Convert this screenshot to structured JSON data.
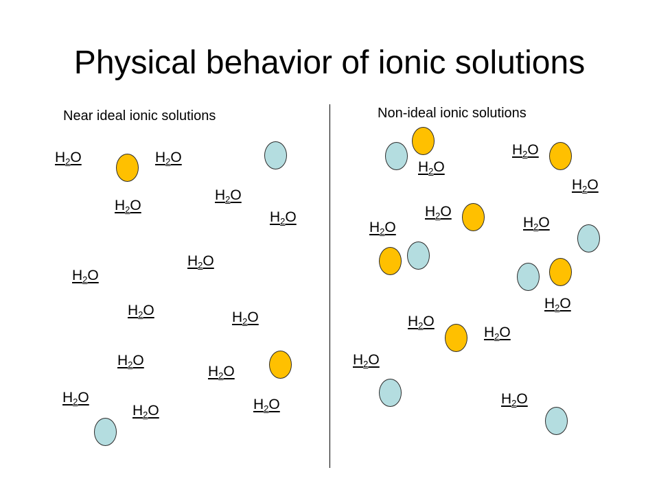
{
  "title": "Physical behavior of ionic solutions",
  "panels": {
    "left": {
      "label": "Near ideal ionic solutions"
    },
    "right": {
      "label": "Non-ideal ionic solutions"
    }
  },
  "molecule": {
    "h": "H",
    "sub": "2",
    "o": "O"
  },
  "colors": {
    "cation": "#ffc000",
    "anion": "#b4dde0",
    "outline": "#2a2a2a"
  }
}
